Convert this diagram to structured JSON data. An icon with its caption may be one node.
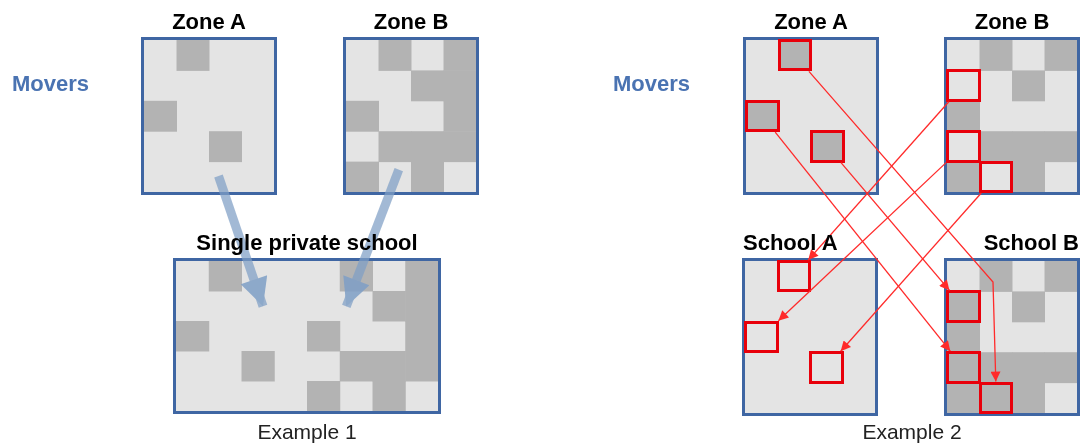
{
  "diagram": {
    "nodes": [
      {
        "text": [
          "Zone A"
        ]
      },
      {
        "text": [
          "Zone B"
        ]
      },
      {
        "text": [
          "Single private school"
        ]
      },
      {
        "text": [
          "Zone A"
        ]
      },
      {
        "text": [],
        "shape": "box",
        "in": 3
      },
      {
        "text": [],
        "shape": "box",
        "in": 3
      },
      {
        "text": [],
        "shape": "box",
        "in": 3
      },
      {
        "text": [
          "Zone B"
        ]
      },
      {
        "text": [],
        "shape": "box",
        "in": 7
      },
      {
        "text": [],
        "shape": "box",
        "in": 7
      },
      {
        "text": [],
        "shape": "box",
        "in": 7
      },
      {
        "text": [
          "School A"
        ]
      },
      {
        "text": [],
        "shape": "box",
        "in": 11
      },
      {
        "text": [],
        "shape": "box",
        "in": 11
      },
      {
        "text": [],
        "shape": "box",
        "in": 11
      },
      {
        "text": [
          "School B"
        ]
      },
      {
        "text": [],
        "shape": "box",
        "in": 15
      },
      {
        "text": [],
        "shape": "box",
        "in": 15
      },
      {
        "text": [],
        "shape": "box",
        "in": 15
      }
    ],
    "edges": [
      {
        "from": 0,
        "to": 2,
        "arrow": "to",
        "style": "thick",
        "color": "#7f9fc6"
      },
      {
        "from": 1,
        "to": 2,
        "arrow": "to",
        "style": "thick",
        "color": "#7f9fc6"
      },
      {
        "from": 4,
        "to": 18,
        "arrow": "to"
      },
      {
        "from": 5,
        "to": 17,
        "arrow": "to"
      },
      {
        "from": 6,
        "to": 16,
        "arrow": "to"
      },
      {
        "from": 8,
        "to": 12,
        "arrow": "to"
      },
      {
        "from": 9,
        "to": 13,
        "arrow": "to"
      },
      {
        "from": 10,
        "to": 14,
        "arrow": "to"
      }
    ],
    "labels": [
      "Movers",
      "Example 1",
      "Movers",
      "Example 2"
    ]
  }
}
